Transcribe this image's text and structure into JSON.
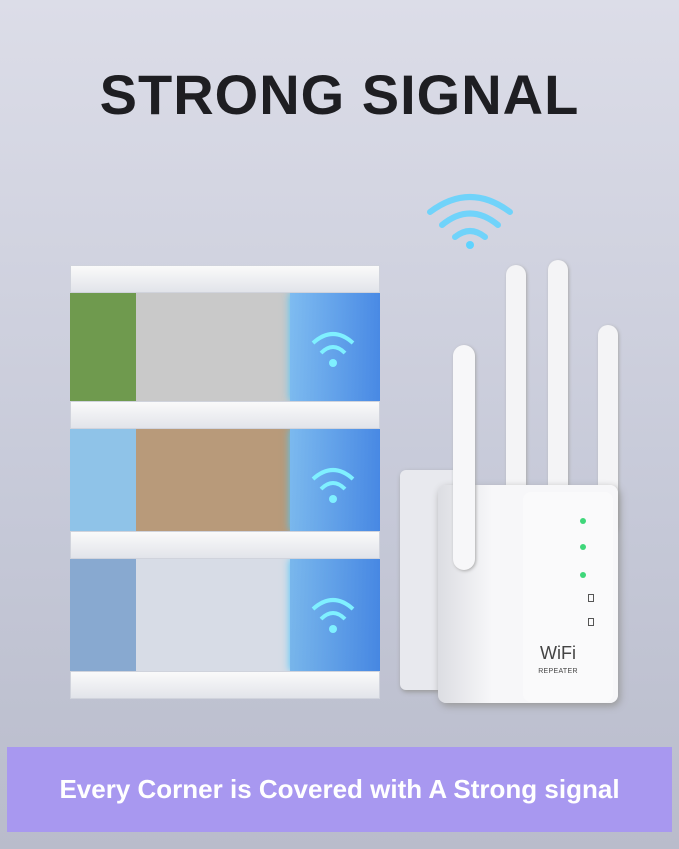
{
  "headline": "STRONG SIGNAL",
  "banner": {
    "text": "Every Corner is Covered with A Strong signal",
    "color": "#a898f0"
  },
  "device": {
    "logo": "WiFi",
    "logo_sub": "REPEATER",
    "icons": [
      "wifi-signal-icon",
      "wifi-icon",
      "wifi-icon",
      "led-icon",
      "led-icon"
    ]
  },
  "colors": {
    "background": "#c9ccda",
    "glass": "#3aa8ff",
    "headline": "#1e1e22"
  }
}
